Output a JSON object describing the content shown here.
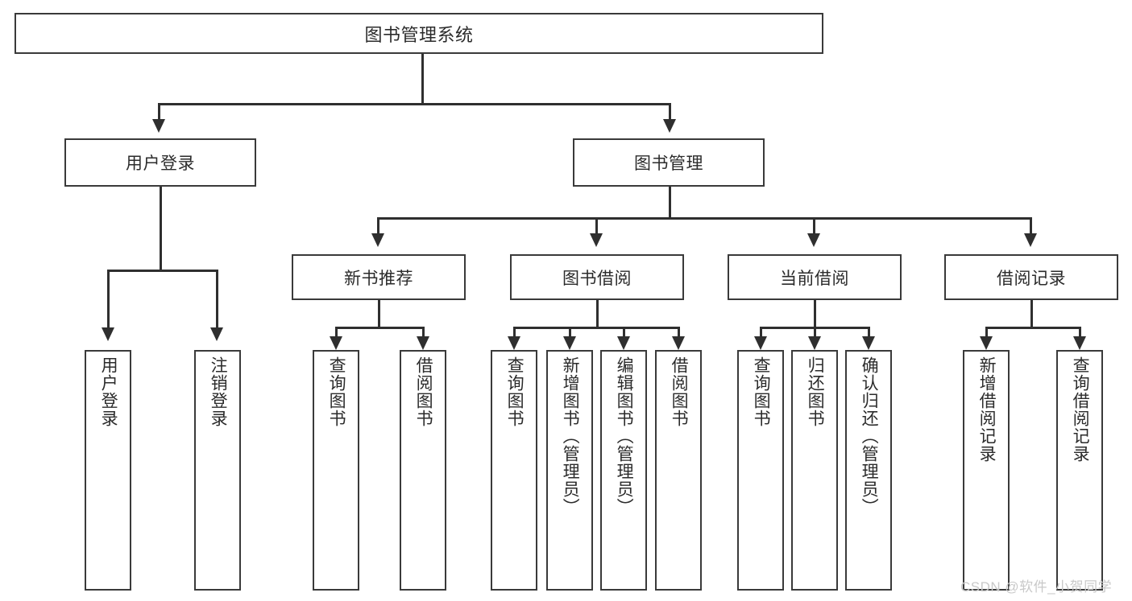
{
  "diagram": {
    "type": "hierarchy-tree",
    "title": "图书管理系统",
    "levels": 4,
    "root": {
      "label": "图书管理系统"
    },
    "level2": [
      {
        "label": "用户登录"
      },
      {
        "label": "图书管理"
      }
    ],
    "level3": [
      {
        "label": "新书推荐"
      },
      {
        "label": "图书借阅"
      },
      {
        "label": "当前借阅"
      },
      {
        "label": "借阅记录"
      }
    ],
    "leaves": {
      "user_login": [
        {
          "label": "用户登录"
        },
        {
          "label": "注销登录"
        }
      ],
      "new_book_recommend": [
        {
          "label": "查询图书"
        },
        {
          "label": "借阅图书"
        }
      ],
      "book_borrow": [
        {
          "label": "查询图书"
        },
        {
          "label": "新增图书（管理员）"
        },
        {
          "label": "编辑图书（管理员）"
        },
        {
          "label": "借阅图书"
        }
      ],
      "current_borrow": [
        {
          "label": "查询图书"
        },
        {
          "label": "归还图书"
        },
        {
          "label": "确认归还（管理员）"
        }
      ],
      "borrow_record": [
        {
          "label": "新增借阅记录"
        },
        {
          "label": "查询借阅记录"
        }
      ]
    }
  },
  "watermark": {
    "text": "CSDN @软件_小贺同学"
  },
  "colors": {
    "stroke": "#3a3a3a",
    "line": "#2f2f2f",
    "text": "#2b2b2b",
    "background": "#ffffff",
    "watermark": "#c9c9c9"
  }
}
